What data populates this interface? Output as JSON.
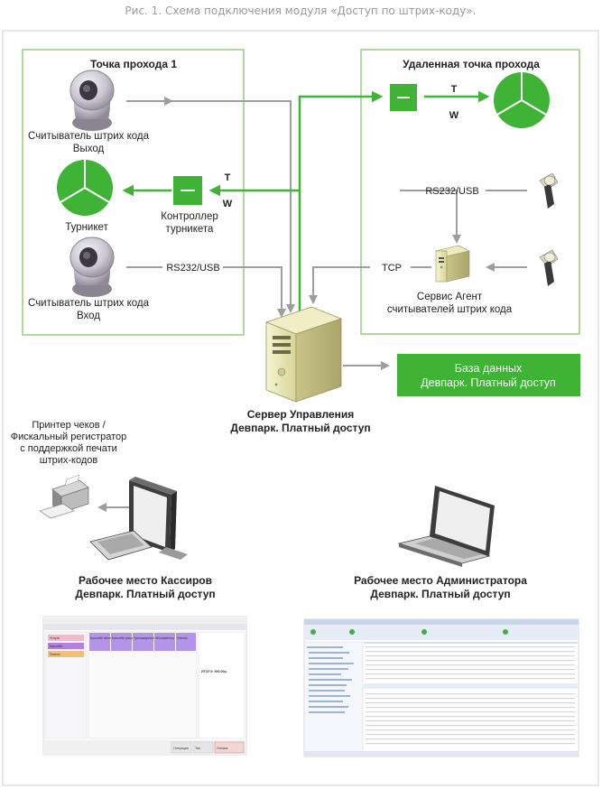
{
  "caption": "Рис. 1. Схема подключения модуля «Доступ по штрих-коду».",
  "zones": {
    "pass_point_title": "Точка прохода 1",
    "remote_point_title": "Удаленная точка прохода"
  },
  "labels": {
    "scanner_exit": [
      "Считыватель штрих кода",
      "Выход"
    ],
    "turnstile": "Турникет",
    "controller": [
      "Контроллер",
      "турникета"
    ],
    "scanner_entry": [
      "Считыватель штрих кода",
      "Вход"
    ],
    "rs232_local": "RS232/USB",
    "rs232_remote": "RS232/USB",
    "tcp": "TCP",
    "t_local": "T",
    "w_local": "W",
    "t_remote": "T",
    "w_remote": "W",
    "agent_service": [
      "Сервис Агент",
      "считывателей штрих кода"
    ],
    "server": [
      "Сервер Управления",
      "Девпарк. Платный доступ"
    ],
    "database": [
      "База данных",
      "Девпарк. Платный доступ"
    ],
    "printer": [
      "Принтер чеков /",
      "Фискальный регистратор",
      "с поддержкой печати",
      "штрих-кодов"
    ],
    "cashier_workplace": [
      "Рабочее место Кассиров",
      "Девпарк. Платный доступ"
    ],
    "admin_workplace": [
      "Рабочее место Администратора",
      "Девпарк. Платный доступ"
    ]
  },
  "cashier_screen": {
    "tabs": [
      "Услуги",
      "Бассейн",
      "Фитнес"
    ],
    "tiles": [
      "Бассейн абонемент",
      "Бассейн разовое",
      "Тренажерный зал",
      "Абонементы",
      "Фитнес"
    ],
    "total": "ИТОГО: 900,00р.",
    "buttons": [
      "Операции",
      "Тип",
      "Оплата"
    ]
  },
  "colors": {
    "green": "#3fb335",
    "arrow_gray": "#9d9d9d",
    "zone_border": "#8fd07e",
    "text": "#222222"
  }
}
